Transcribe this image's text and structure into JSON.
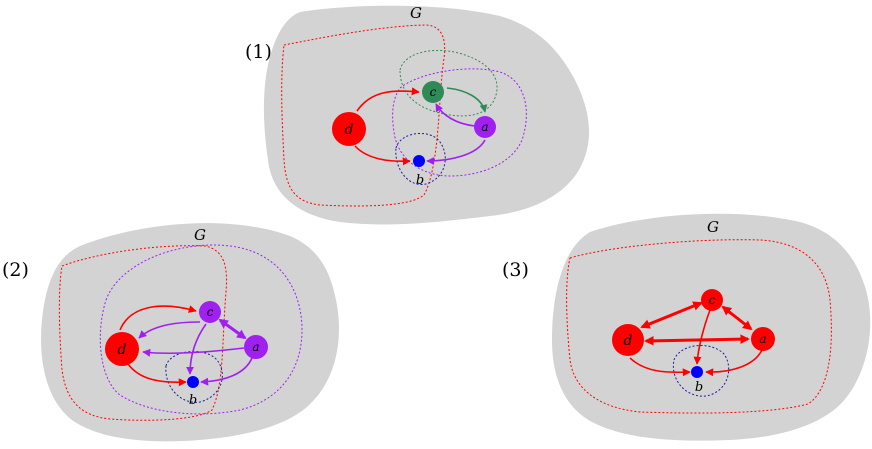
{
  "panels": [
    {
      "number": "(1)",
      "region_label": "G",
      "nodes": {
        "d": "d",
        "c": "c",
        "a": "a",
        "b": "b"
      }
    },
    {
      "number": "(2)",
      "region_label": "G",
      "nodes": {
        "d": "d",
        "c": "c",
        "a": "a",
        "b": "b"
      }
    },
    {
      "number": "(3)",
      "region_label": "G",
      "nodes": {
        "d": "d",
        "c": "c",
        "a": "a",
        "b": "b"
      }
    }
  ],
  "colors": {
    "region_fill": "#d3d3d3",
    "red": "#ff0000",
    "purple": "#a020f0",
    "green": "#2e8b57",
    "blue": "#0000ff",
    "dark_blue": "#1a1aa0"
  }
}
